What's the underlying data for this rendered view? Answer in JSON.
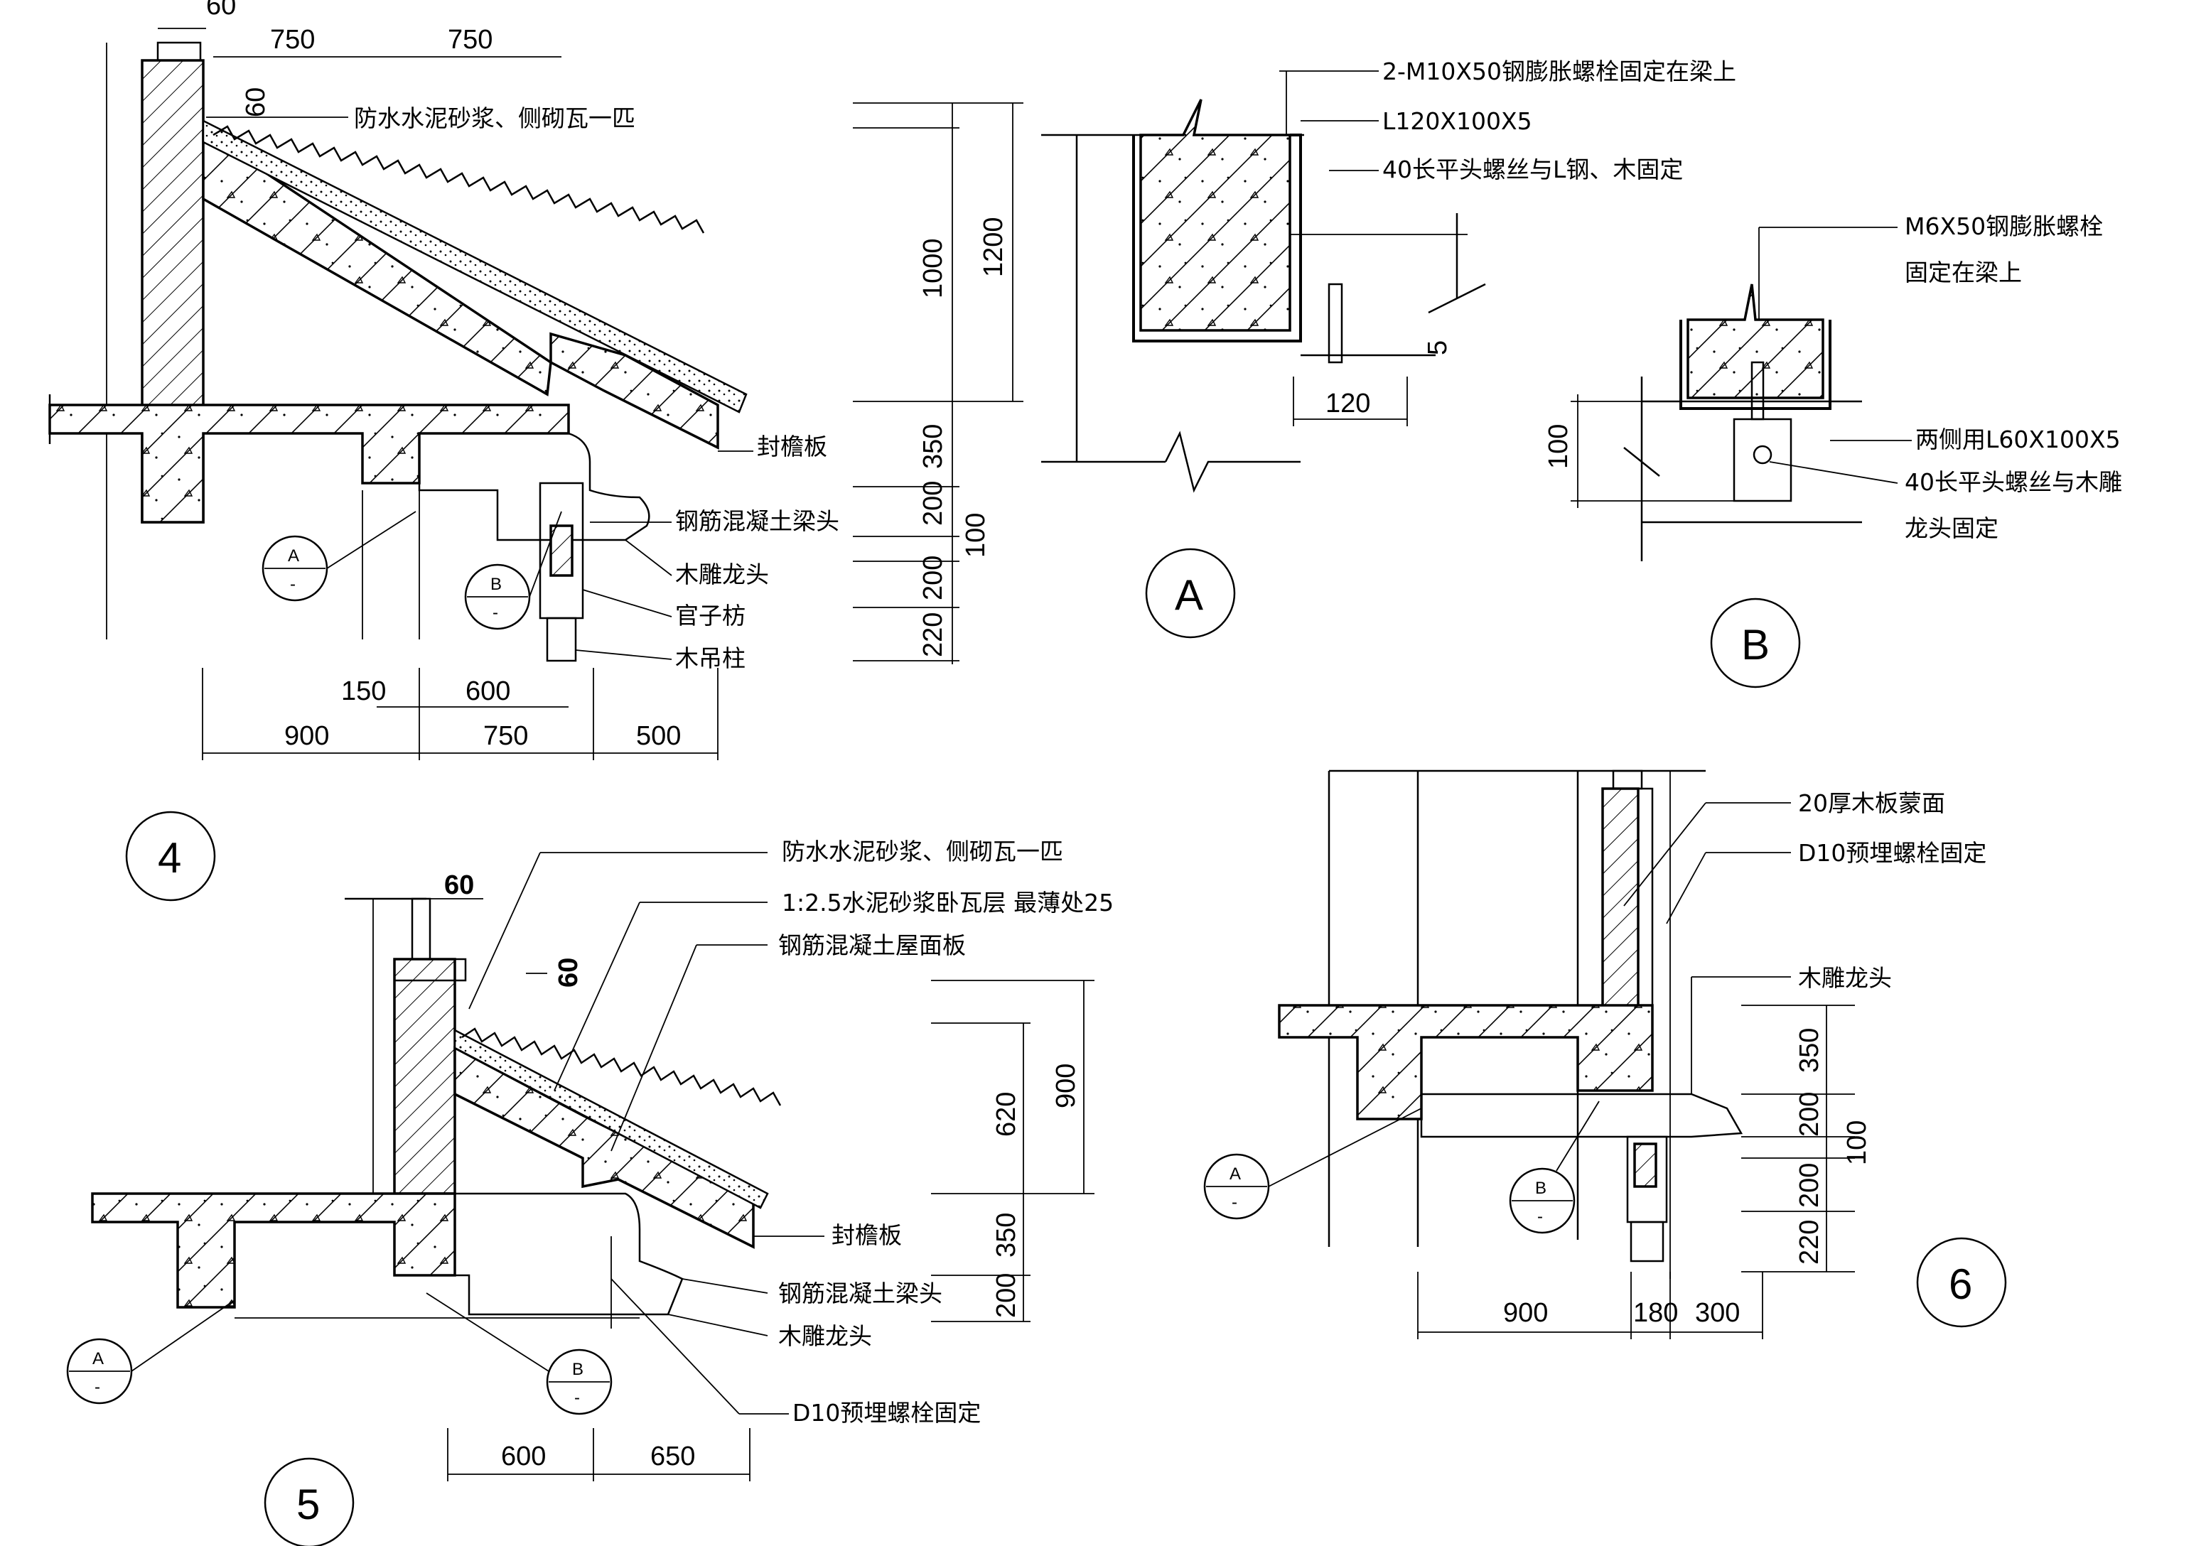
{
  "detail_4": {
    "marker": "4",
    "top_dims": {
      "d60": "60",
      "d750a": "750",
      "d750b": "750",
      "v60": "60"
    },
    "notes": {
      "waterproof": "防水水泥砂浆、侧砌瓦一匹",
      "fascia": "封檐板",
      "beam_head": "钢筋混凝土梁头",
      "dragon": "木雕龙头",
      "guanzifang": "官子枋",
      "hanging_post": "木吊柱"
    },
    "right_dims": {
      "d1000": "1000",
      "d1200": "1200",
      "d350": "350",
      "d200a": "200",
      "d100": "100",
      "d200b": "200",
      "d220": "220"
    },
    "bottom_dims": {
      "d150": "150",
      "d600": "600",
      "d900": "900",
      "d750": "750",
      "d500": "500"
    },
    "callout_a": {
      "letter": "A",
      "sub": "-"
    },
    "callout_b": {
      "letter": "B",
      "sub": "-"
    }
  },
  "detail_a": {
    "marker": "A",
    "notes": {
      "bolts": "2-M10X50钢膨胀螺栓固定在梁上",
      "angle": "L120X100X5",
      "screws": "40长平头螺丝与L钢、木固定"
    },
    "dims": {
      "d5": "5",
      "d120": "120"
    }
  },
  "detail_b": {
    "marker": "B",
    "notes": {
      "bolt_line1": "M6X50钢膨胀螺栓",
      "bolt_line2": "固定在梁上",
      "angle": "两侧用L60X100X5",
      "screw_line1": "40长平头螺丝与木雕",
      "screw_line2": "龙头固定"
    },
    "dims": {
      "d100": "100"
    }
  },
  "detail_5": {
    "marker": "5",
    "notes": {
      "waterproof": "防水水泥砂浆、侧砌瓦一匹",
      "mortar": "1:2.5水泥砂浆卧瓦层  最薄处25",
      "slab": "钢筋混凝土屋面板",
      "fascia": "封檐板",
      "beam_head": "钢筋混凝土梁头",
      "dragon": "木雕龙头",
      "bolt": "D10预埋螺栓固定"
    },
    "top_dims": {
      "d60a": "60",
      "d60b": "60"
    },
    "right_dims": {
      "d620": "620",
      "d900": "900",
      "d350": "350",
      "d200": "200"
    },
    "bottom_dims": {
      "d600": "600",
      "d650": "650"
    },
    "callout_a": {
      "letter": "A",
      "sub": "-"
    },
    "callout_b": {
      "letter": "B",
      "sub": "-"
    }
  },
  "detail_6": {
    "marker": "6",
    "notes": {
      "board": "20厚木板蒙面",
      "bolt": "D10预埋螺栓固定",
      "dragon": "木雕龙头"
    },
    "right_dims": {
      "d350": "350",
      "d200a": "200",
      "d100": "100",
      "d200b": "200",
      "d220": "220"
    },
    "bottom_dims": {
      "d900": "900",
      "d180": "180",
      "d300": "300"
    },
    "callout_a": {
      "letter": "A",
      "sub": "-"
    },
    "callout_b": {
      "letter": "B",
      "sub": "-"
    }
  }
}
